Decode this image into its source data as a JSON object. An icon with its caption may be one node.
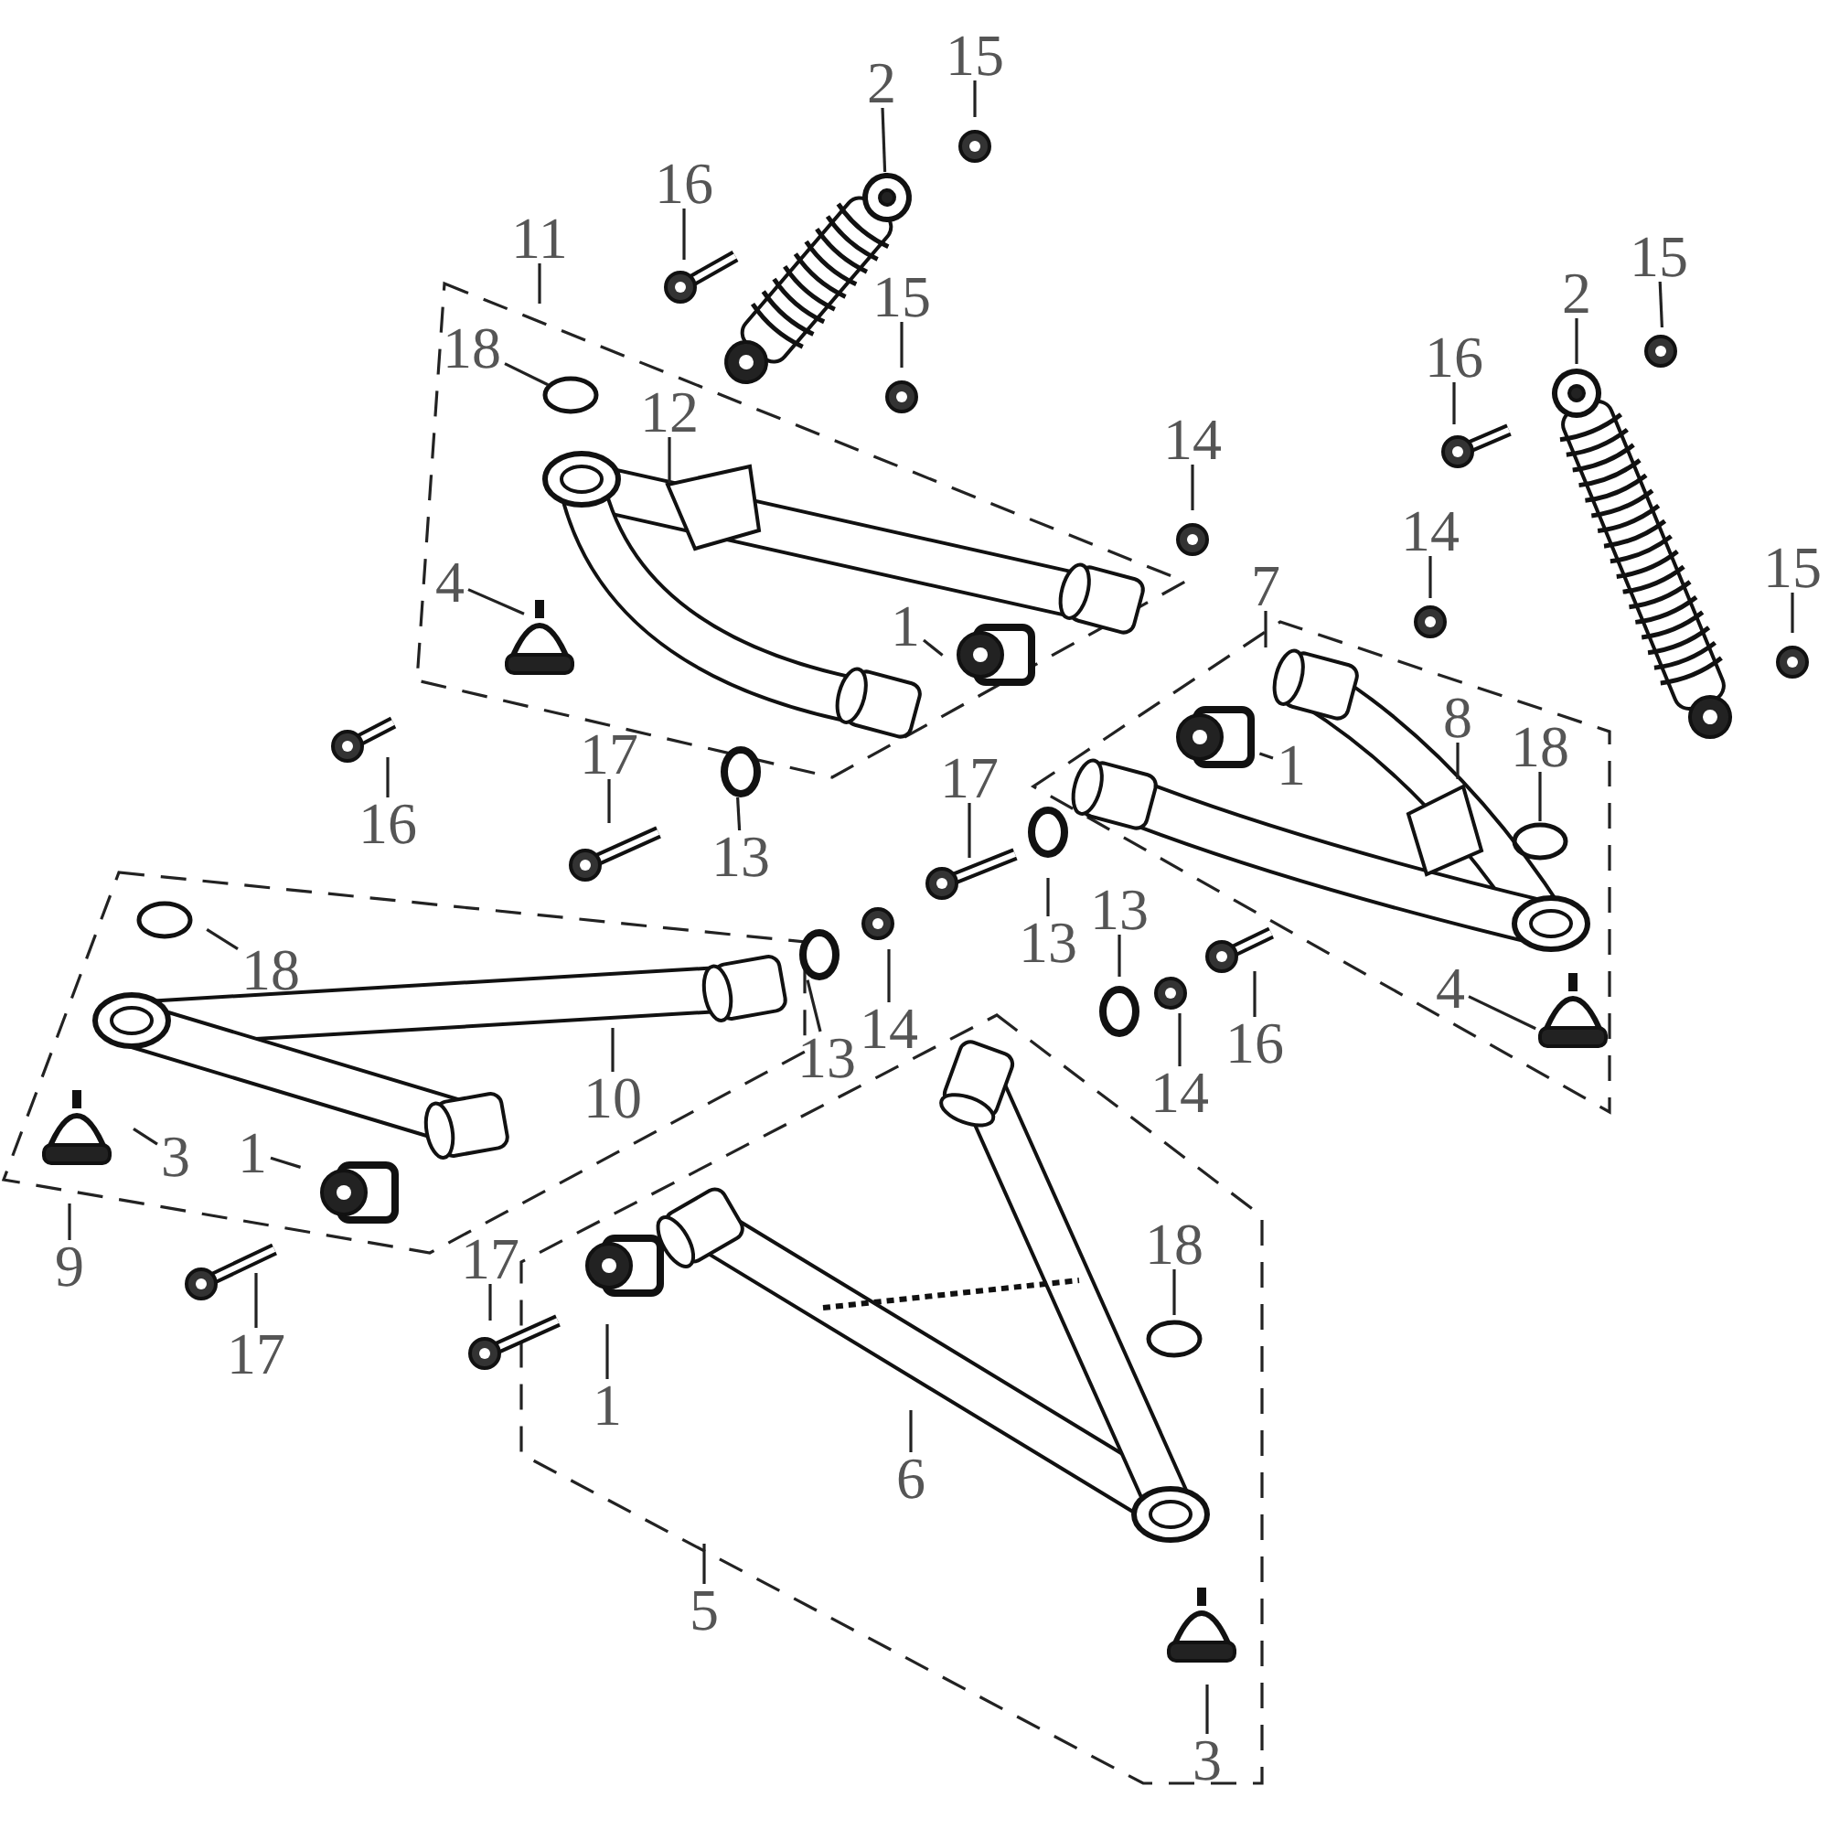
{
  "diagram": {
    "nodes": [
      {
        "text": [
          "15"
        ]
      },
      {
        "text": [
          "2"
        ]
      },
      {
        "text": [
          "16"
        ]
      },
      {
        "text": [
          "11"
        ]
      },
      {
        "text": [
          "15"
        ]
      },
      {
        "text": [
          "2"
        ]
      },
      {
        "text": [
          "15"
        ]
      },
      {
        "text": [
          "18"
        ]
      },
      {
        "text": [
          "16"
        ]
      },
      {
        "text": [
          "12"
        ]
      },
      {
        "text": [
          "14"
        ]
      },
      {
        "text": [
          "14"
        ]
      },
      {
        "text": [
          "15"
        ]
      },
      {
        "text": [
          "4"
        ]
      },
      {
        "text": [
          "1"
        ]
      },
      {
        "text": [
          "7"
        ]
      },
      {
        "text": [
          "8"
        ]
      },
      {
        "text": [
          "18"
        ]
      },
      {
        "text": [
          "1"
        ]
      },
      {
        "text": [
          "16"
        ]
      },
      {
        "text": [
          "17"
        ]
      },
      {
        "text": [
          "13"
        ]
      },
      {
        "text": [
          "17"
        ]
      },
      {
        "text": [
          "13"
        ]
      },
      {
        "text": [
          "18"
        ]
      },
      {
        "text": [
          "13"
        ]
      },
      {
        "text": [
          "14"
        ]
      },
      {
        "text": [
          "13"
        ]
      },
      {
        "text": [
          "4"
        ]
      },
      {
        "text": [
          "16"
        ]
      },
      {
        "text": [
          "14"
        ]
      },
      {
        "text": [
          "10"
        ]
      },
      {
        "text": [
          "3"
        ]
      },
      {
        "text": [
          "1"
        ]
      },
      {
        "text": [
          "9"
        ]
      },
      {
        "text": [
          "18"
        ]
      },
      {
        "text": [
          "17"
        ]
      },
      {
        "text": [
          "17"
        ]
      },
      {
        "text": [
          "1"
        ]
      },
      {
        "text": [
          "6"
        ]
      },
      {
        "text": [
          "5"
        ]
      },
      {
        "text": [
          "3"
        ]
      }
    ],
    "edges": [
      {
        "from": 0,
        "to": null,
        "arrow": "none"
      },
      {
        "from": 1,
        "to": null,
        "arrow": "none"
      },
      {
        "from": 2,
        "to": null,
        "arrow": "none"
      },
      {
        "from": 3,
        "to": null,
        "arrow": "none"
      },
      {
        "from": 4,
        "to": null,
        "arrow": "none"
      },
      {
        "from": 5,
        "to": null,
        "arrow": "none"
      },
      {
        "from": 6,
        "to": null,
        "arrow": "none"
      },
      {
        "from": 7,
        "to": null,
        "arrow": "none"
      },
      {
        "from": 8,
        "to": null,
        "arrow": "none"
      },
      {
        "from": 9,
        "to": null,
        "arrow": "none"
      },
      {
        "from": 10,
        "to": null,
        "arrow": "none"
      },
      {
        "from": 11,
        "to": null,
        "arrow": "none"
      },
      {
        "from": 12,
        "to": null,
        "arrow": "none"
      },
      {
        "from": 13,
        "to": null,
        "arrow": "none"
      },
      {
        "from": 14,
        "to": null,
        "arrow": "none"
      },
      {
        "from": 15,
        "to": null,
        "arrow": "none"
      },
      {
        "from": 16,
        "to": null,
        "arrow": "none"
      },
      {
        "from": 17,
        "to": null,
        "arrow": "none"
      },
      {
        "from": 18,
        "to": null,
        "arrow": "none"
      },
      {
        "from": 19,
        "to": null,
        "arrow": "none"
      },
      {
        "from": 20,
        "to": null,
        "arrow": "none"
      },
      {
        "from": 21,
        "to": null,
        "arrow": "none"
      },
      {
        "from": 22,
        "to": null,
        "arrow": "none"
      },
      {
        "from": 23,
        "to": null,
        "arrow": "none"
      },
      {
        "from": 24,
        "to": null,
        "arrow": "none"
      },
      {
        "from": 25,
        "to": null,
        "arrow": "none"
      },
      {
        "from": 26,
        "to": null,
        "arrow": "none"
      },
      {
        "from": 27,
        "to": null,
        "arrow": "none"
      },
      {
        "from": 28,
        "to": null,
        "arrow": "none"
      },
      {
        "from": 29,
        "to": null,
        "arrow": "none"
      },
      {
        "from": 30,
        "to": null,
        "arrow": "none"
      },
      {
        "from": 31,
        "to": null,
        "arrow": "none"
      },
      {
        "from": 32,
        "to": null,
        "arrow": "none"
      },
      {
        "from": 33,
        "to": null,
        "arrow": "none"
      },
      {
        "from": 34,
        "to": null,
        "arrow": "none"
      },
      {
        "from": 35,
        "to": null,
        "arrow": "none"
      },
      {
        "from": 36,
        "to": null,
        "arrow": "none"
      },
      {
        "from": 37,
        "to": null,
        "arrow": "none"
      },
      {
        "from": 38,
        "to": null,
        "arrow": "none"
      },
      {
        "from": 39,
        "to": null,
        "arrow": "none"
      },
      {
        "from": 40,
        "to": null,
        "arrow": "none"
      },
      {
        "from": 41,
        "to": null,
        "arrow": "none"
      }
    ]
  }
}
